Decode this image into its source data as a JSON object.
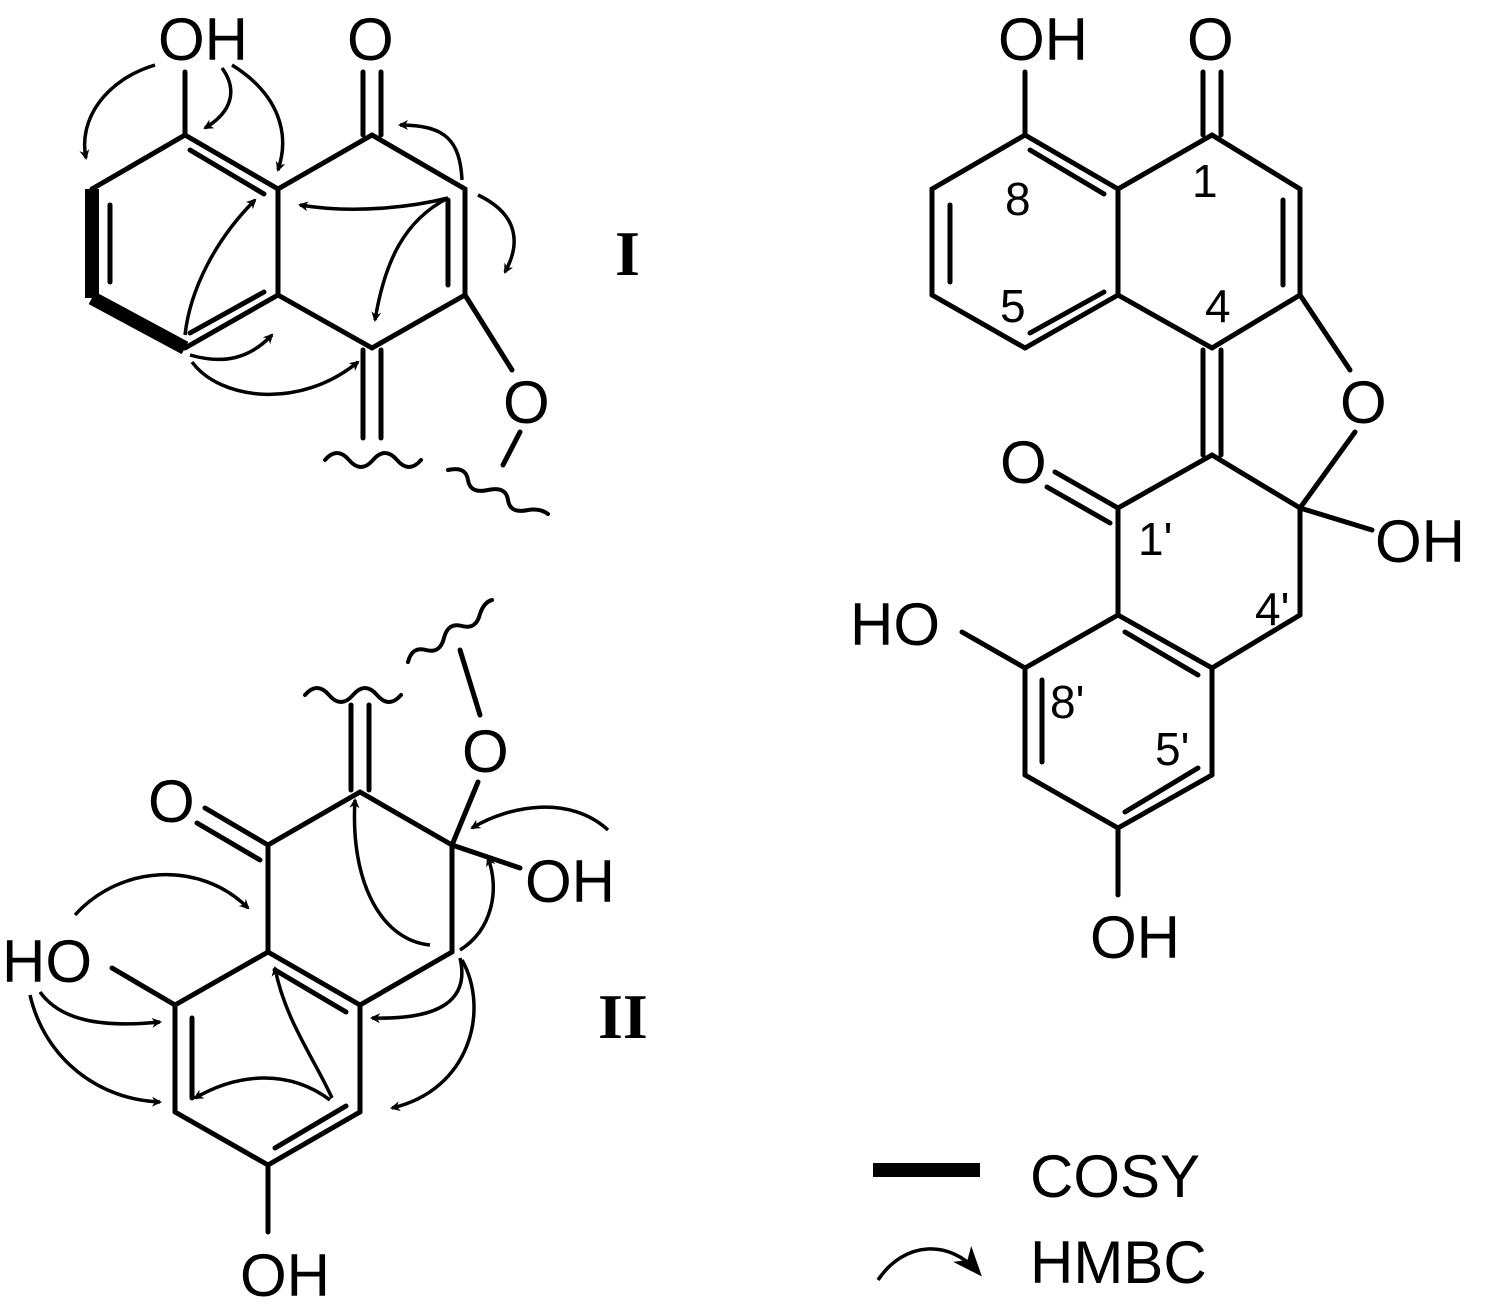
{
  "fragment_labels": {
    "fragment_1": "I",
    "fragment_2": "II"
  },
  "atom_labels": {
    "oh": "OH",
    "ho": "HO",
    "o": "O"
  },
  "numbering": {
    "c1": "1",
    "c4": "4",
    "c5": "5",
    "c8": "8",
    "c1p": "1'",
    "c4p": "4'",
    "c5p": "5'",
    "c8p": "8'"
  },
  "legend": {
    "cosy_label": "COSY",
    "hmbc_label": "HMBC"
  }
}
